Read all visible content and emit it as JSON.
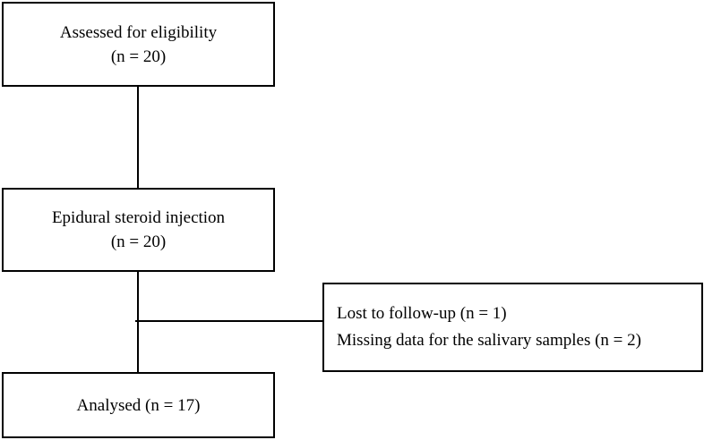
{
  "flowchart": {
    "boxes": [
      {
        "id": "eligibility",
        "lines": [
          "Assessed for eligibility",
          "(n = 20)"
        ]
      },
      {
        "id": "injection",
        "lines": [
          "Epidural steroid injection",
          "(n = 20)"
        ]
      },
      {
        "id": "exclusions",
        "lines": [
          "Lost to follow-up (n = 1)",
          "Missing data for the salivary samples (n = 2)"
        ]
      },
      {
        "id": "analysed",
        "lines": [
          "Analysed (n = 17)"
        ]
      }
    ],
    "edges": [
      {
        "from": "eligibility",
        "to": "injection"
      },
      {
        "from": "injection",
        "to": "analysed"
      },
      {
        "from": "injection",
        "to": "exclusions"
      }
    ]
  }
}
